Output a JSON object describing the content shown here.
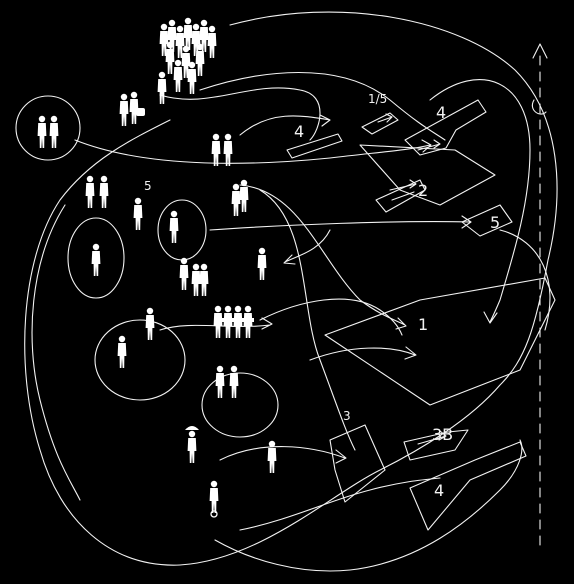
{
  "colors": {
    "background": "#000000",
    "ink": "#f2f2f2"
  },
  "labels": {
    "plot_4_upper": "4",
    "plot_1_5": "1/5",
    "plot_4_right": "4",
    "plot_2": "2",
    "plot_5": "5",
    "group_5": "5",
    "plot_1": "1",
    "plot_3": "3",
    "plot_3b": "3B",
    "plot_4_bottom": "4"
  },
  "icons": [
    "crowd-figures",
    "couple-figures",
    "walker-figure",
    "sitter-figure",
    "umbrella-figure",
    "cyclist-figure",
    "direction-arrow"
  ]
}
